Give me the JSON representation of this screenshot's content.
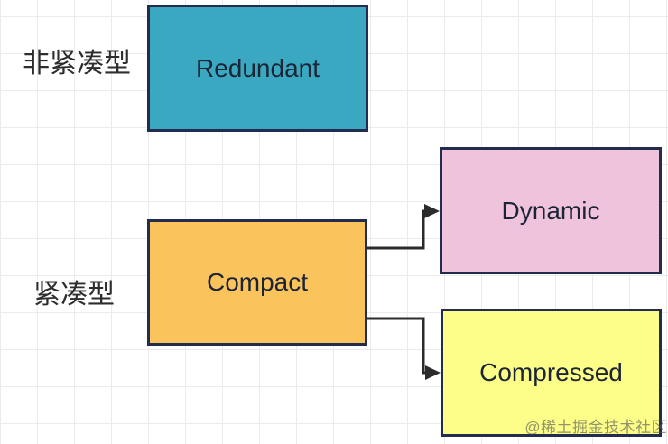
{
  "diagram": {
    "row_labels": [
      {
        "id": "non-compact",
        "text": "非紧凑型"
      },
      {
        "id": "compact",
        "text": "紧凑型"
      }
    ],
    "nodes": [
      {
        "id": "redundant",
        "label": "Redundant",
        "fill": "#39a8c0"
      },
      {
        "id": "compact",
        "label": "Compact",
        "fill": "#fbc35c"
      },
      {
        "id": "dynamic",
        "label": "Dynamic",
        "fill": "#f0c3dd"
      },
      {
        "id": "compressed",
        "label": "Compressed",
        "fill": "#fdfe87"
      }
    ],
    "edges": [
      {
        "from": "Compact",
        "to": "Dynamic"
      },
      {
        "from": "Compact",
        "to": "Compressed"
      }
    ],
    "colors": {
      "node_border": "#232c4e",
      "connector": "#2b2b2b",
      "grid_line": "#ebebee",
      "node_text": "#1b2536",
      "label_text": "#2d2d2d"
    }
  },
  "watermark": {
    "text": "@稀土掘金技术社区"
  }
}
